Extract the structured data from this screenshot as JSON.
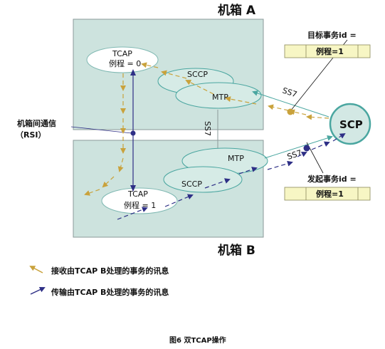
{
  "machine_a": {
    "title": "机箱 A"
  },
  "machine_b": {
    "title": "机箱 B"
  },
  "nodes": {
    "tcap_a": {
      "title": "TCAP",
      "instance": "例程 = 0"
    },
    "tcap_b": {
      "title": "TCAP",
      "instance": "例程 = 1"
    },
    "sccp_a": "SCCP",
    "mtp_a": "MTP",
    "sccp_b": "SCCP",
    "mtp_b": "MTP",
    "scp": "SCP"
  },
  "links": {
    "ss7_upper": "SS7",
    "ss7_lower": "SS7",
    "ss7_vertical": "SS7"
  },
  "rsi_label": {
    "line1": "机箱间通信",
    "line2": "（RSI）"
  },
  "dest_transaction": {
    "label": "目标事务id =",
    "value": "例程=1"
  },
  "orig_transaction": {
    "label": "发起事务id =",
    "value": "例程=1"
  },
  "legend": {
    "receive": "接收由TCAP B处理的事务的讯息",
    "transmit": "传输由TCAP B处理的事务的讯息"
  },
  "caption": "图6 双TCAP操作",
  "colors": {
    "box_fill": "#cde3de",
    "box_stroke": "#8a9a98",
    "receive_arrow": "#c9a23c",
    "transmit_arrow": "#2e2f86",
    "scp_fill": "#d3e8e4",
    "scp_stroke": "#4aa6a0",
    "value_box": "#f7f6c4"
  }
}
